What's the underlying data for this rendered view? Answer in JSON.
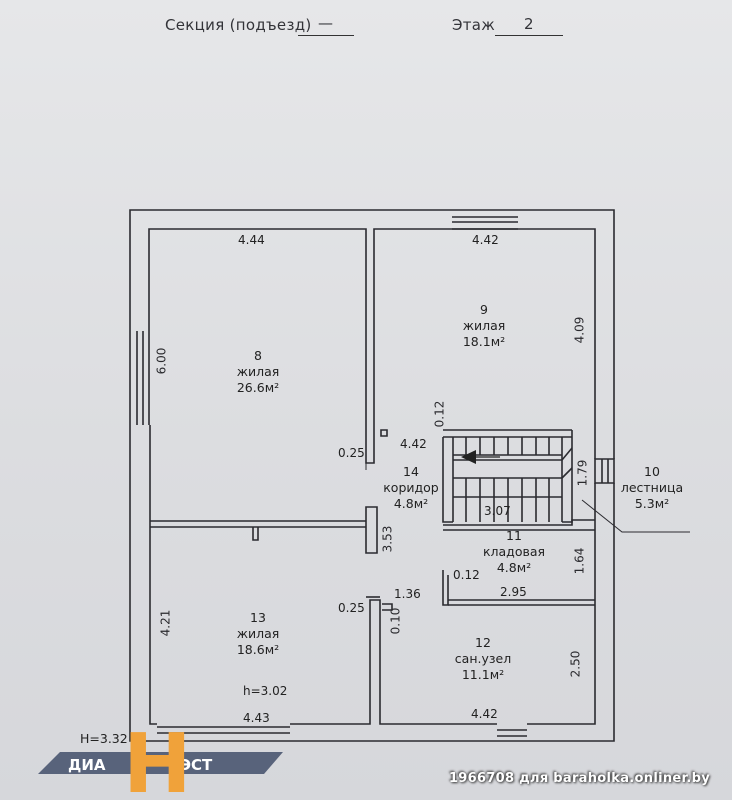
{
  "header": {
    "section_label": "Секция (подъезд)",
    "section_value": "—",
    "floor_label": "Этаж",
    "floor_value": "2"
  },
  "rooms": {
    "r8": {
      "number": "8",
      "name": "жилая",
      "area": "26.6м²"
    },
    "r9": {
      "number": "9",
      "name": "жилая",
      "area": "18.1м²"
    },
    "r10": {
      "number": "10",
      "name": "лестница",
      "area": "5.3м²"
    },
    "r11": {
      "number": "11",
      "name": "кладовая",
      "area": "4.8м²"
    },
    "r12": {
      "number": "12",
      "name": "сан.узел",
      "area": "11.1м²"
    },
    "r13": {
      "number": "13",
      "name": "жилая",
      "area": "18.6м²"
    },
    "r14": {
      "number": "14",
      "name": "коридор",
      "area": "4.8м²"
    }
  },
  "dimensions": {
    "d_444": "4.44",
    "d_442_top": "4.42",
    "d_600": "6.00",
    "d_409": "4.09",
    "d_012_a": "0.12",
    "d_442_mid": "4.42",
    "d_025_a": "0.25",
    "d_179": "1.79",
    "d_307": "3.07",
    "d_353": "3.53",
    "d_164": "1.64",
    "d_012_b": "0.12",
    "d_295": "2.95",
    "d_025_b": "0.25",
    "d_136": "1.36",
    "d_010": "0.10",
    "d_421": "4.21",
    "d_250": "2.50",
    "d_h302": "h=3.02",
    "d_443": "4.43",
    "d_442_bot": "4.42",
    "d_H332": "H=3.32"
  },
  "logo": {
    "left_text": "ДИА",
    "letter": "Н",
    "right_text": "ЭСТ"
  },
  "watermark": "1966708 для baraholka.onliner.by"
}
